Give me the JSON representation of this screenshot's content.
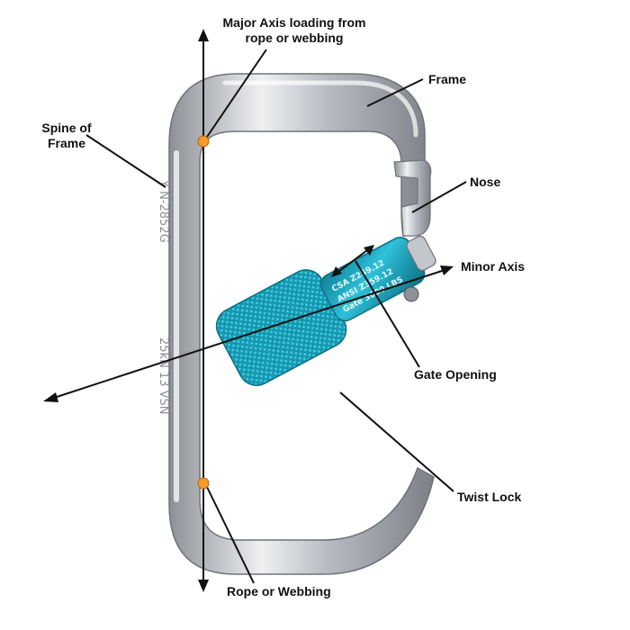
{
  "labels": {
    "major_axis_line1": "Major Axis loading from",
    "major_axis_line2": "rope or webbing",
    "frame": "Frame",
    "spine_line1": "Spine of",
    "spine_line2": "Frame",
    "nose": "Nose",
    "minor_axis": "Minor Axis",
    "gate_opening": "Gate Opening",
    "twist_lock": "Twist Lock",
    "rope_webbing": "Rope or Webbing"
  },
  "engravings": {
    "spine_text_upper": "Y N-2852G",
    "spine_text_lower": "25kN 13 VSN",
    "gate_line1": "CSA Z259.12",
    "gate_line2": "ANSI Z359.12",
    "gate_line3": "Gate 3600 LBS"
  },
  "colors": {
    "frame_metal": "#c9ccd1",
    "gate_teal": "#1fa9c2",
    "marker_orange": "#f39a2c",
    "line_black": "#111111"
  }
}
